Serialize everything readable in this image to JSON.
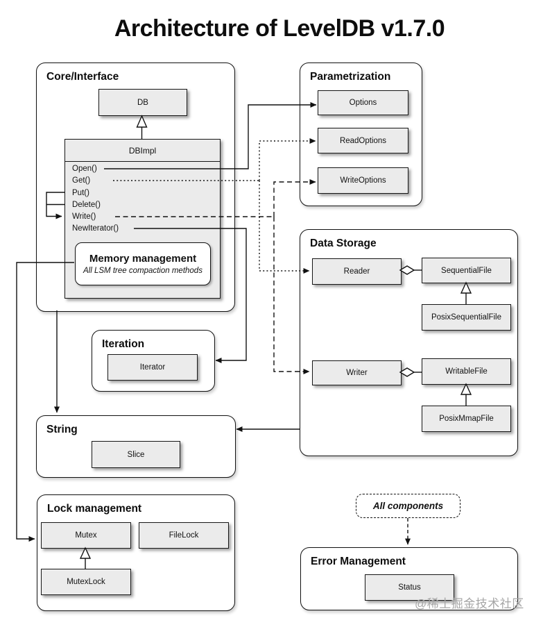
{
  "title": "Architecture of LevelDB v1.7.0",
  "watermark": "@稀土掘金技术社区",
  "colors": {
    "box_fill": "#ebebeb",
    "box_border": "#161616",
    "container_border": "#111111",
    "line": "#111111",
    "watermark": "#a6a6a6",
    "background": "#ffffff"
  },
  "containers": {
    "core_interface": {
      "label": "Core/Interface"
    },
    "parametrization": {
      "label": "Parametrization"
    },
    "data_storage": {
      "label": "Data Storage"
    },
    "iteration": {
      "label": "Iteration"
    },
    "string": {
      "label": "String"
    },
    "lock_management": {
      "label": "Lock management"
    },
    "error_management": {
      "label": "Error Management"
    }
  },
  "dbimpl": {
    "name": "DBImpl",
    "methods": [
      "Open()",
      "Get()",
      "Put()",
      "Delete()",
      "Write()",
      "NewIterator()"
    ],
    "memory": {
      "title": "Memory management",
      "subtitle": "All LSM tree compaction methods"
    }
  },
  "classes": {
    "db": "DB",
    "options": "Options",
    "read_options": "ReadOptions",
    "write_options": "WriteOptions",
    "reader": "Reader",
    "sequential_file": "SequentialFile",
    "posix_sequential_file": "PosixSequentialFile",
    "writer": "Writer",
    "writable_file": "WritableFile",
    "posix_mmap_file": "PosixMmapFile",
    "iterator": "Iterator",
    "slice": "Slice",
    "mutex": "Mutex",
    "file_lock": "FileLock",
    "mutex_lock": "MutexLock",
    "status": "Status"
  },
  "annotations": {
    "all_components": "All components"
  },
  "relationships": [
    {
      "from": "DBImpl",
      "to": "DB",
      "type": "inheritance"
    },
    {
      "from": "Open()",
      "to": "Options",
      "type": "solid-arrow"
    },
    {
      "from": "Get()",
      "to": "ReadOptions",
      "type": "dotted-arrow"
    },
    {
      "from": "Get()",
      "to": "Reader",
      "type": "dotted-arrow"
    },
    {
      "from": "Put()",
      "to": "Write()",
      "type": "solid-arrow"
    },
    {
      "from": "Delete()",
      "to": "Write()",
      "type": "solid-arrow"
    },
    {
      "from": "Write()",
      "to": "WriteOptions",
      "type": "dashed-arrow"
    },
    {
      "from": "Write()",
      "to": "Writer",
      "type": "dashed-arrow"
    },
    {
      "from": "NewIterator()",
      "to": "Iteration",
      "type": "solid-arrow"
    },
    {
      "from": "Memory management",
      "to": "Mutex",
      "type": "solid-arrow"
    },
    {
      "from": "Core/Interface",
      "to": "String",
      "type": "solid-arrow"
    },
    {
      "from": "Data Storage",
      "to": "String",
      "type": "solid-arrow"
    },
    {
      "from": "Reader",
      "to": "SequentialFile",
      "type": "aggregation"
    },
    {
      "from": "Writer",
      "to": "WritableFile",
      "type": "aggregation"
    },
    {
      "from": "PosixSequentialFile",
      "to": "SequentialFile",
      "type": "inheritance"
    },
    {
      "from": "PosixMmapFile",
      "to": "WritableFile",
      "type": "inheritance"
    },
    {
      "from": "MutexLock",
      "to": "Mutex",
      "type": "inheritance"
    },
    {
      "from": "All components",
      "to": "Error Management",
      "type": "dashed-arrow"
    }
  ]
}
